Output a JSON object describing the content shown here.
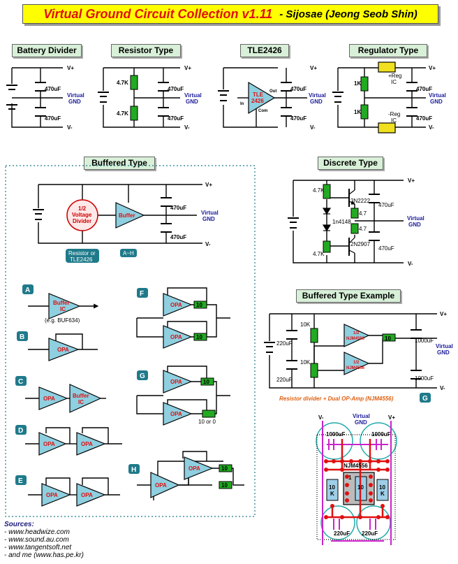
{
  "title": {
    "main": "Virtual Ground Circuit Collection v1.11",
    "author": "- Sijosae (Jeong Seob Shin)"
  },
  "sections": {
    "battery": "Battery Divider",
    "resistor": "Resistor Type",
    "tle": "TLE2426",
    "regulator": "Regulator Type",
    "buffered": "Buffered Type",
    "discrete": "Discrete Type",
    "example": "Buffered Type Example"
  },
  "labels": {
    "vplus": "V+",
    "vminus": "V-",
    "vgnd1": "Virtual",
    "vgnd2": "GND",
    "c470": "470uF",
    "c1000": "1000uF",
    "c220": "220uF",
    "r47k": "4.7K",
    "r1k": "1K",
    "r10k": "10K",
    "r10": "10",
    "r47": "4.7",
    "tle1": "TLE",
    "tle2": "2426",
    "tle_in": "In",
    "tle_out": "Out",
    "tle_com": "Com",
    "reg_p": "+Reg",
    "reg_n": "-Reg",
    "reg_ic": "IC",
    "half1": "1/2",
    "half2": "Voltage",
    "half3": "Divider",
    "buffer": "Buffer",
    "res_or1": "Resistor or",
    "res_or2": "TLE2426",
    "a_h": "A~H",
    "buffer_ic1": "Buffer",
    "buffer_ic2": "IC",
    "eg": "(e.g. BUF634)",
    "opa": "OPA",
    "ten_or_zero": "10 or 0",
    "q1": "2N2222",
    "q2": "2N2907",
    "diode": "1n4148",
    "njm": "NJM4556",
    "half_njm": "1/2",
    "example_caption": "Resistor divider + Dual OP-Amp (NJM4556)",
    "vgnd_pcb1": "Virtual",
    "vgnd_pcb2": "GND",
    "pcb_r1": "10",
    "pcb_r2": "K",
    "pcb_one": "1"
  },
  "variants": [
    "A",
    "B",
    "C",
    "D",
    "E",
    "F",
    "G",
    "H"
  ],
  "badge_g": "G",
  "sources": {
    "heading": "Sources:",
    "items": [
      "-  www.headwize.com",
      "-  www.sound.au.com",
      "-  www.tangentsoft.net",
      "-  and  me  (www.has.pe.kr)"
    ]
  },
  "colors": {
    "title_bg": "#ffff00",
    "title_text": "#e01010",
    "label_bg": "#d8f0d8",
    "resistor": "#22aa22",
    "divider_fill": "#ffe8e8",
    "opa_text": "#e01010",
    "badge": "#1f7a8a",
    "caption": "#e06010",
    "gnd_text": "#1a1a9a",
    "pcb_red": "#e01010",
    "pcb_cyan": "#22aaaa",
    "pcb_magenta": "#cc22cc"
  }
}
